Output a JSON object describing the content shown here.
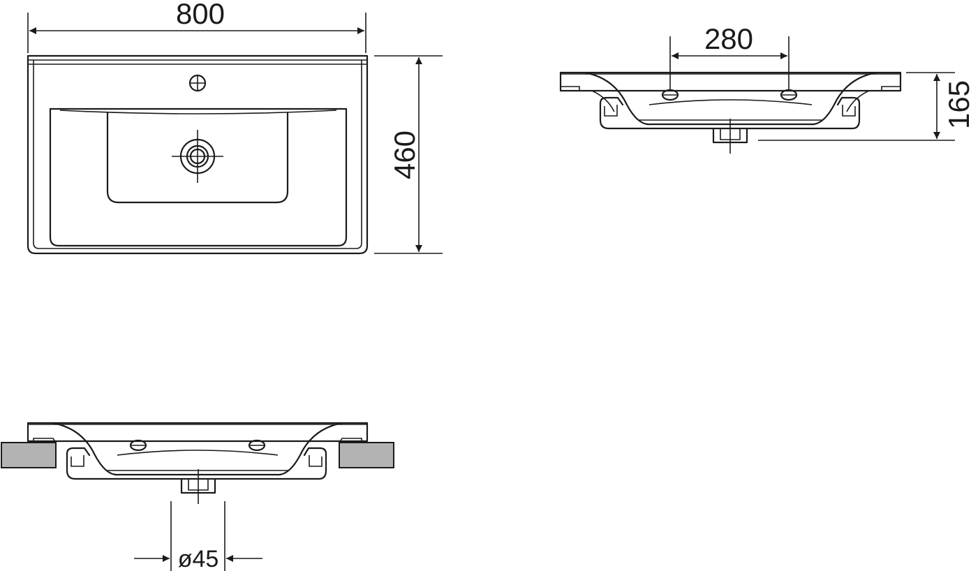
{
  "dimensions": {
    "width": "800",
    "depth": "460",
    "tap_hole_spacing": "280",
    "height": "165",
    "drain_diameter": "ø45"
  },
  "colors": {
    "line": "#1a1a1a",
    "support": "#b3b3b3",
    "background": "#ffffff"
  }
}
